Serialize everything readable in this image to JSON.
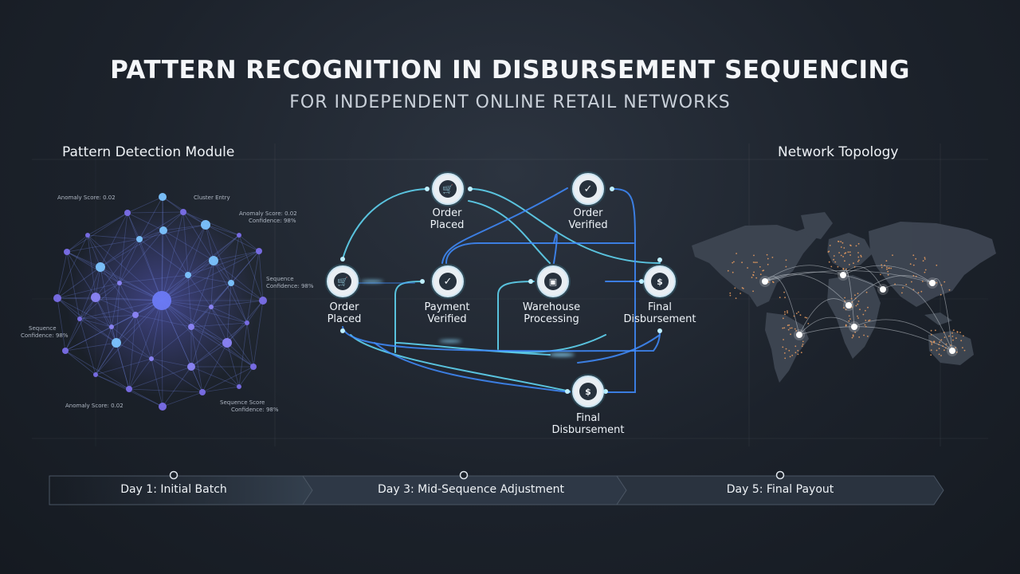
{
  "header": {
    "title": "PATTERN RECOGNITION IN DISBURSEMENT SEQUENCING",
    "subtitle": "FOR INDEPENDENT ONLINE RETAIL NETWORKS"
  },
  "left_panel": {
    "title": "Pattern Detection Module",
    "annotations": [
      "Anomaly Score: 0.02",
      "Cluster Entry",
      "Anomaly Score: 0.02",
      "Confidence: 98%",
      "Sequence",
      "Confidence: 98%",
      "Sequence",
      "Confidence: 98%",
      "Anomaly Score: 0.02",
      "Sequence Score",
      "Confidence: 98%"
    ]
  },
  "flow": {
    "nodes": [
      {
        "label_1": "Order",
        "label_2": "Placed",
        "icon": "cart-icon"
      },
      {
        "label_1": "Order",
        "label_2": "Verified",
        "icon": "check-icon"
      },
      {
        "label_1": "Order",
        "label_2": "Placed",
        "icon": "cart-icon"
      },
      {
        "label_1": "Payment",
        "label_2": "Verified",
        "icon": "check-icon"
      },
      {
        "label_1": "Warehouse",
        "label_2": "Processing",
        "icon": "box-icon"
      },
      {
        "label_1": "Final",
        "label_2": "Disbursement",
        "icon": "dollar-icon"
      },
      {
        "label_1": "Final",
        "label_2": "Disbursement",
        "icon": "dollar-icon"
      }
    ]
  },
  "right_panel": {
    "title": "Network Topology"
  },
  "timeline": {
    "steps": [
      {
        "label": "Day 1: Initial Batch"
      },
      {
        "label": "Day 3: Mid-Sequence Adjustment"
      },
      {
        "label": "Day 5: Final Payout"
      }
    ]
  },
  "colors": {
    "accent_cyan": "#5fd3f0",
    "accent_blue": "#3f8cff",
    "node_purple": "#7b7ff0",
    "city_orange": "#f0a060",
    "background": "#1c222b"
  }
}
